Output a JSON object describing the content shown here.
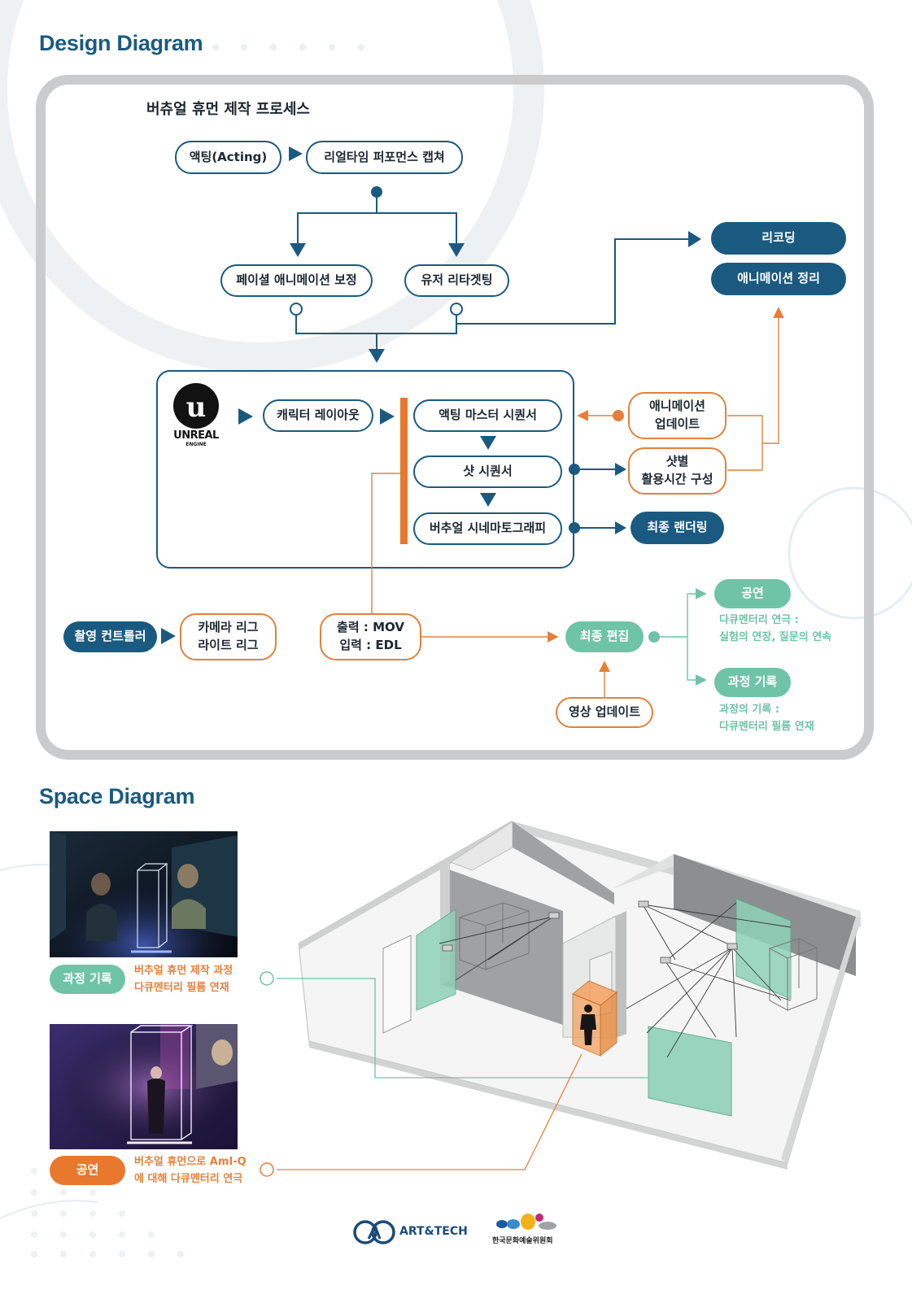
{
  "design_title": "Design Diagram",
  "space_title": "Space Diagram",
  "process_title": "버츄얼 휴먼 제작 프로세스",
  "nodes": {
    "acting": "액팅(Acting)",
    "capture": "리얼타임 퍼포먼스 캡쳐",
    "facial": "페이셜 애니메이션 보정",
    "retarget": "유저 리타겟팅",
    "recoding": "리코딩",
    "anim_cleanup": "애니메이션 정리",
    "character_layout": "캐릭터 레이아웃",
    "acting_master": "액팅 마스터 시퀀서",
    "shot_sequencer": "샷 시퀀서",
    "virtual_cine": "버추얼 시네마토그래피",
    "anim_update": "애니메이션\n업데이트",
    "shot_time": "샷별\n활용시간 구성",
    "final_render": "최종 랜더링",
    "shoot_controller": "촬영 컨트롤러",
    "camera_rig": "카메라 리그\n라이트 리그",
    "output_input": "출력 : MOV\n입력 : EDL",
    "final_edit": "최종 편집",
    "video_update": "영상 업데이트",
    "performance": "공연",
    "process_record": "과정 기록"
  },
  "notes": {
    "performance_note": "다큐멘터리 연극 :\n실험의 연장, 질문의 연속",
    "record_note": "과정의 기록 :\n다큐멘터리 필름 연재"
  },
  "unreal": {
    "line1": "UNREAL",
    "line2": "ENGINE"
  },
  "space": {
    "label1": "과정 기록",
    "label1_note": "버추얼 휴먼 제작 과정\n다큐멘터리 필름 연재",
    "label2": "공연",
    "label2_note": "버추얼 휴먼으로 AmI-Q\n에 대해 다큐멘터리 연극"
  },
  "footer": {
    "art_tech": "ART&TECH",
    "arko": "한국문화예술위원회"
  },
  "colors": {
    "navy": "#1b5a80",
    "orange": "#e5803a",
    "mint": "#6fc3a6",
    "frame": "#c9cbcd"
  }
}
